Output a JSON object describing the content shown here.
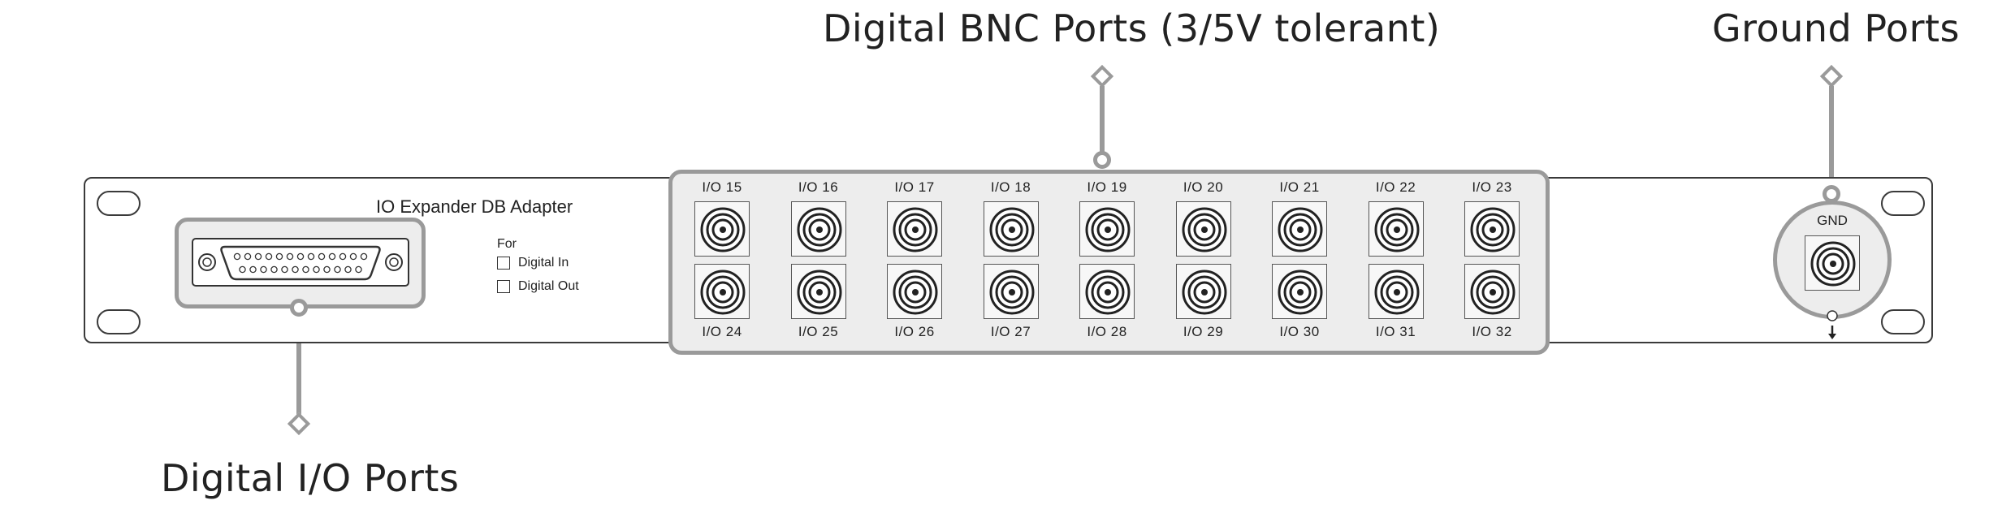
{
  "callouts": {
    "bnc": "Digital BNC Ports (3/5V tolerant)",
    "ground": "Ground Ports",
    "dio": "Digital I/O Ports"
  },
  "panel": {
    "title": "IO Expander DB Adapter",
    "for_label": "For",
    "options": [
      "Digital In",
      "Digital Out"
    ],
    "ground_label": "GND"
  },
  "ports": {
    "top": [
      "I/O 15",
      "I/O 16",
      "I/O 17",
      "I/O 18",
      "I/O 19",
      "I/O 20",
      "I/O 21",
      "I/O 22",
      "I/O 23"
    ],
    "bottom": [
      "I/O 24",
      "I/O 25",
      "I/O 26",
      "I/O 27",
      "I/O 28",
      "I/O 29",
      "I/O 30",
      "I/O 31",
      "I/O 32"
    ]
  },
  "colors": {
    "highlight": "#9a9a9a",
    "highlight_fill": "#ededed",
    "outline": "#3a3a3a"
  }
}
